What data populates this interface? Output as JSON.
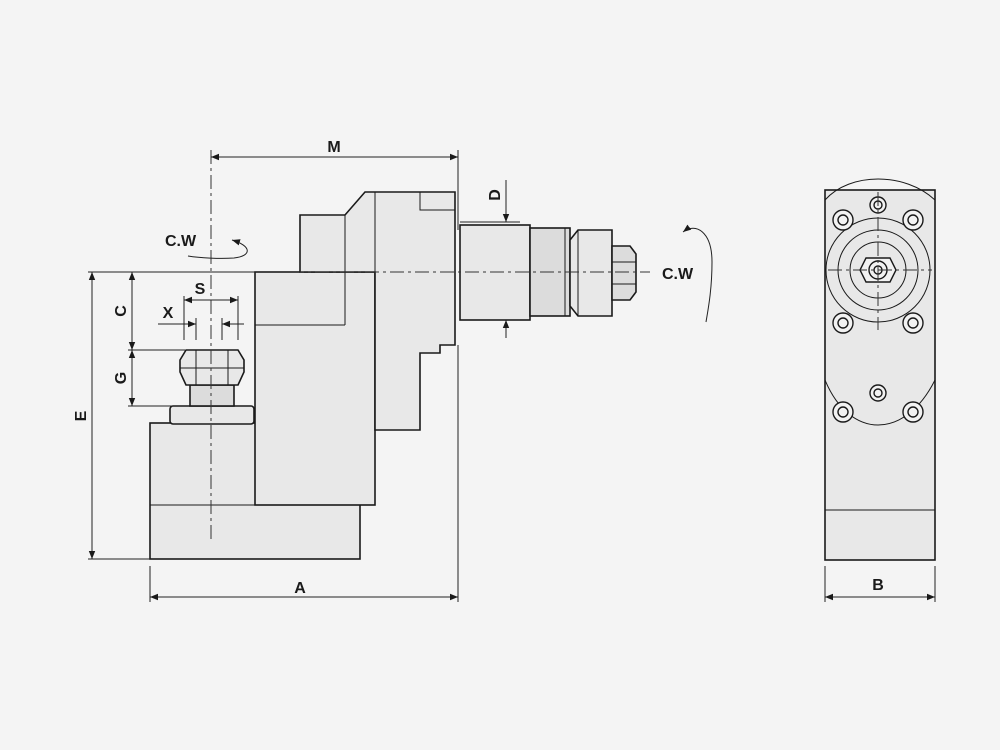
{
  "labels": {
    "M": "M",
    "D": "D",
    "cw_left": "C.W",
    "cw_right": "C.W",
    "C": "C",
    "S": "S",
    "X": "X",
    "G": "G",
    "E": "E",
    "A": "A",
    "B": "B"
  },
  "colors": {
    "background": "#f4f4f4",
    "body_fill": "#e8e8e8",
    "line": "#1a1a1a"
  }
}
